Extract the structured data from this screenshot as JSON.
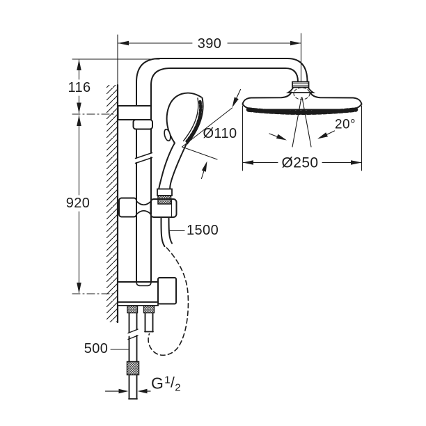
{
  "drawing": {
    "kind": "dimensioned technical line drawing",
    "subject": "wall-mounted shower system: head shower on shower arm, hand shower on rail with slider, diverter body and supply hose",
    "units": "mm",
    "ink_color": "#1c1c1c",
    "background_color": "#ffffff",
    "dimensions": {
      "arm_reach": "390",
      "head_drop": "116",
      "rail_length": "920",
      "shower_hose_length": "1500",
      "supply_hose_length": "500",
      "hand_shower_face_diameter": "Ø110",
      "head_shower_diameter": "Ø250",
      "spray_angle": "20°",
      "connection_thread": {
        "prefix": "G",
        "numerator": "1",
        "slash": "/",
        "denominator": "2"
      }
    }
  }
}
